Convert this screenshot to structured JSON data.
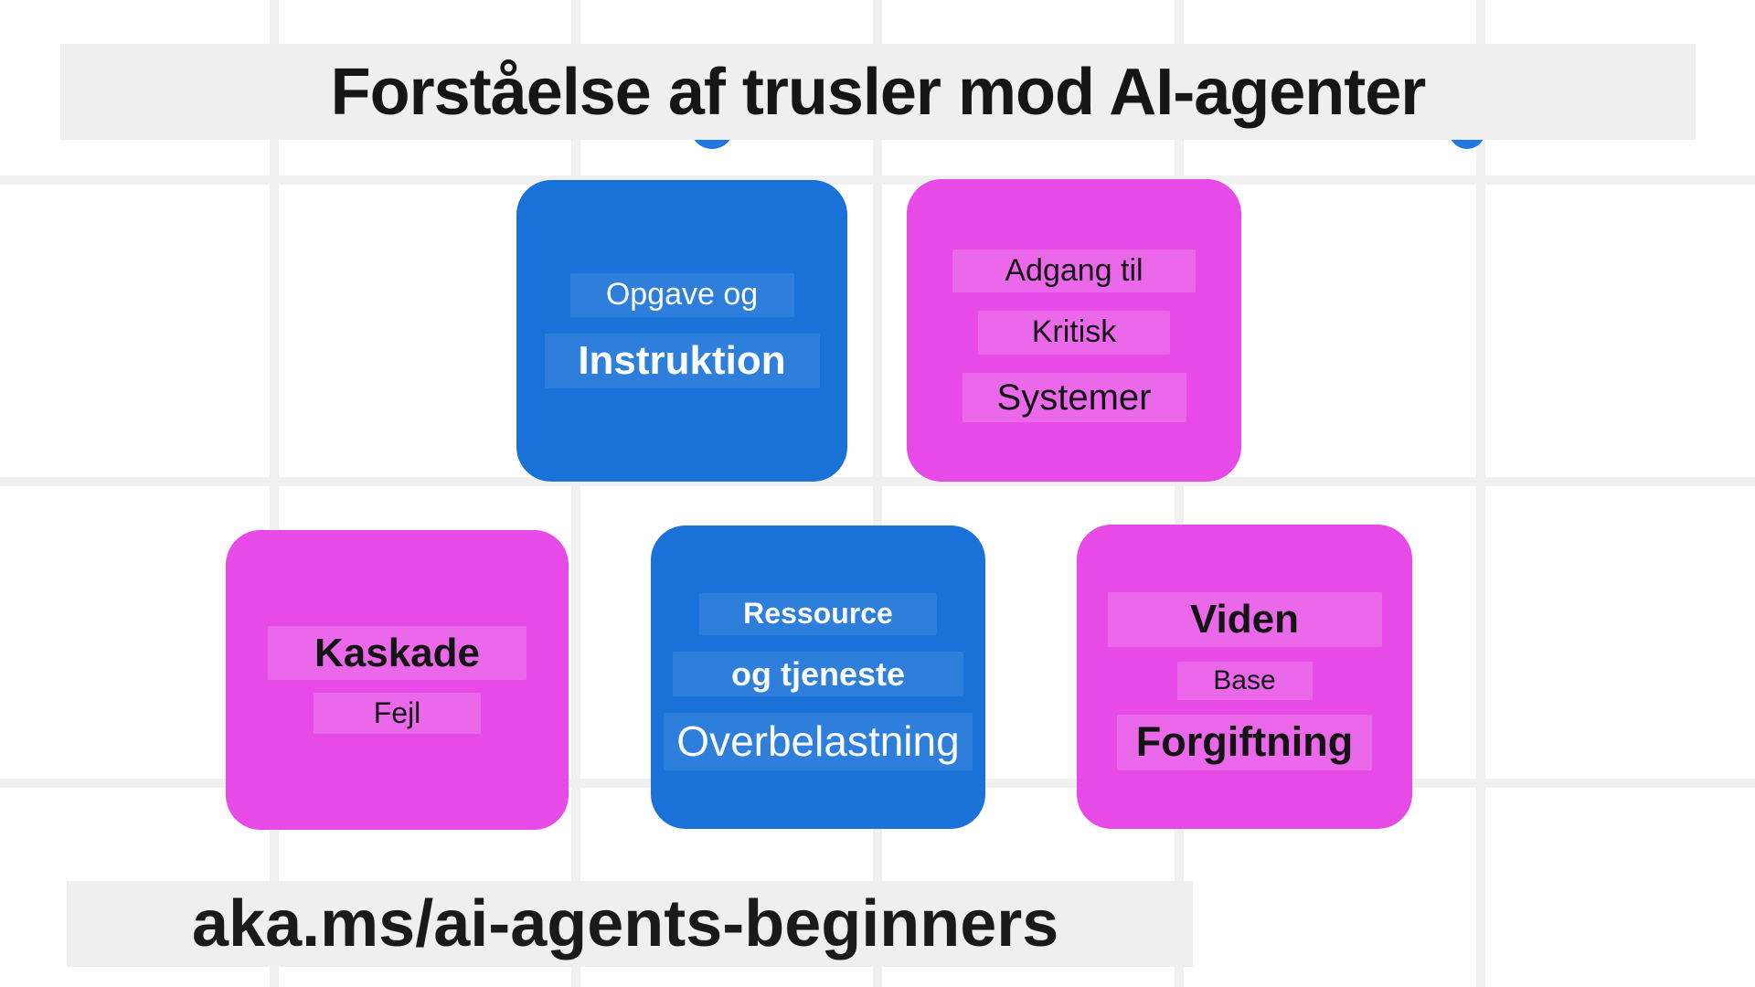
{
  "title": {
    "text": "Forståelse af trusler mod AI-agenter"
  },
  "footer": {
    "url": "aka.ms/ai-agents-beginners"
  },
  "colors": {
    "card_blue": "#1a72d8",
    "card_magenta": "#e74ae7",
    "banner_gray": "#efeff0",
    "grid_line_gray": "#f0f0f1",
    "accent_circle_blue": "#2176e0"
  },
  "cards": [
    {
      "id": "task-and-instruction",
      "color": "blue",
      "lines": [
        "Opgave og",
        "Instruktion"
      ]
    },
    {
      "id": "access-critical-systems",
      "color": "magenta",
      "lines": [
        "Adgang til",
        "Kritisk",
        "Systemer"
      ]
    },
    {
      "id": "cascading-failures",
      "color": "magenta",
      "lines": [
        "Kaskade",
        "Fejl"
      ]
    },
    {
      "id": "resource-service-overload",
      "color": "blue",
      "lines": [
        "Ressource",
        "og tjeneste",
        "Overbelastning"
      ]
    },
    {
      "id": "knowledge-base-poisoning",
      "color": "magenta",
      "lines": [
        "Viden",
        "Base",
        "Forgiftning"
      ]
    }
  ]
}
